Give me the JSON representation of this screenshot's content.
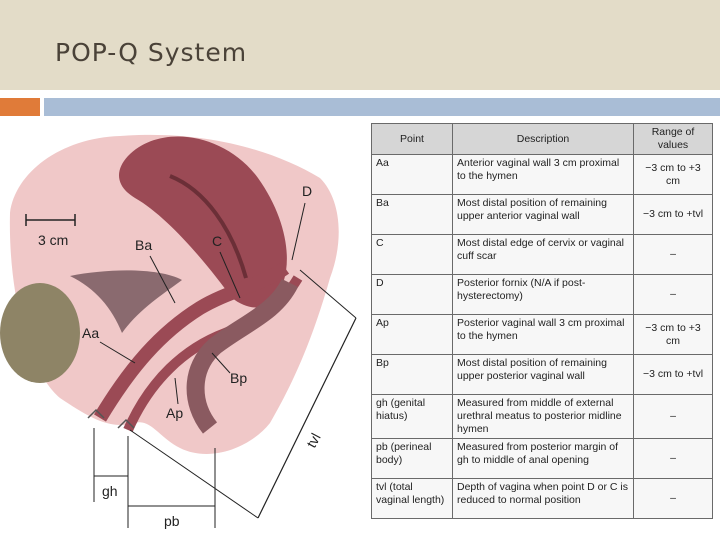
{
  "title": "POP-Q System",
  "diagram": {
    "scale_label": "3 cm",
    "labels": {
      "D": "D",
      "Ba": "Ba",
      "C": "C",
      "Aa": "Aa",
      "Bp": "Bp",
      "Ap": "Ap",
      "tvl": "tvl",
      "gh": "gh",
      "pb": "pb"
    }
  },
  "table": {
    "headers": [
      "Point",
      "Description",
      "Range of values"
    ],
    "rows": [
      {
        "point": "Aa",
        "description": "Anterior vaginal wall 3 cm proximal to the hymen",
        "range": "−3 cm to +3 cm"
      },
      {
        "point": "Ba",
        "description": "Most distal position of remaining upper anterior vaginal wall",
        "range": "−3 cm to +tvl"
      },
      {
        "point": "C",
        "description": "Most distal edge of cervix or vaginal cuff scar",
        "range": "–"
      },
      {
        "point": "D",
        "description": "Posterior fornix (N/A if post-hysterectomy)",
        "range": "–"
      },
      {
        "point": "Ap",
        "description": "Posterior vaginal wall 3 cm proximal to the hymen",
        "range": "−3 cm to +3 cm"
      },
      {
        "point": "Bp",
        "description": "Most distal position of remaining upper posterior vaginal wall",
        "range": "−3 cm to +tvl"
      },
      {
        "point": "gh (genital hiatus)",
        "description": "Measured from middle of external urethral meatus to posterior midline hymen",
        "range": "–"
      },
      {
        "point": "pb (perineal body)",
        "description": "Measured from posterior margin of gh to middle of anal opening",
        "range": "–"
      },
      {
        "point": "tvl (total vaginal length)",
        "description": "Depth of vagina when point D or C is reduced to normal position",
        "range": "–"
      }
    ]
  },
  "colors": {
    "header_bg": "#e3dcc8",
    "accent_orange": "#e07b39",
    "accent_blue": "#a9bdd6",
    "tissue_pink": "#f0c8c8",
    "uterus": "#9b4a55",
    "bladder": "#8a6a6f",
    "bone": "#8e8466"
  }
}
